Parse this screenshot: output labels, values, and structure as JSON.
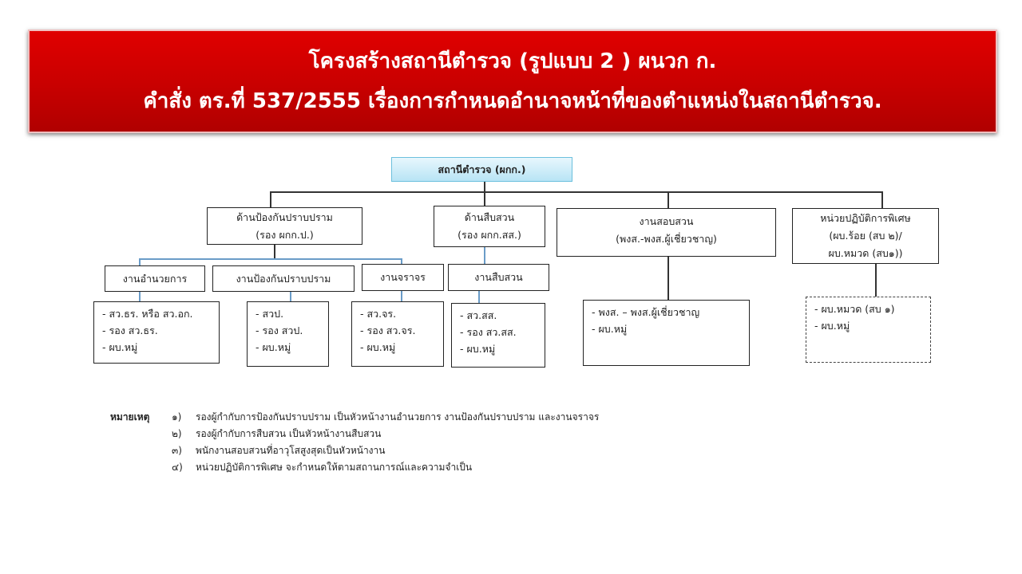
{
  "title": {
    "line1": "โครงสร้างสถานีตำรวจ (รูปแบบ 2 ) ผนวก ก.",
    "line2": "คำสั่ง ตร.ที่ 537/2555 เรื่องการกำหนดอำนาจหน้าที่ของตำแหน่งในสถานีตำรวจ."
  },
  "chart": {
    "root": "สถานีตำรวจ (ผกก.)",
    "level1": [
      {
        "l1": "ด้านป้องกันปราบปราม",
        "l2": "(รอง ผกก.ป.)"
      },
      {
        "l1": "ด้านสืบสวน",
        "l2": "(รอง ผกก.สส.)"
      },
      {
        "l1": "งานสอบสวน",
        "l2": "(พงส.-พงส.ผู้เชี่ยวชาญ)"
      },
      {
        "l1": "หน่วยปฏิบัติการพิเศษ",
        "l2": "(ผบ.ร้อย (สบ ๒)/",
        "l3": "ผบ.หมวด (สบ๑))"
      }
    ],
    "level2": [
      "งานอำนวยการ",
      "งานป้องกันปราบปราม",
      "งานจราจร",
      "งานสืบสวน"
    ],
    "level3": [
      [
        "- สว.ธร. หรือ สว.อก.",
        "- รอง สว.ธร.",
        "- ผบ.หมู่"
      ],
      [
        "- สวป.",
        "- รอง สวป.",
        "- ผบ.หมู่"
      ],
      [
        "- สว.จร.",
        "- รอง สว.จร.",
        "- ผบ.หมู่"
      ],
      [
        "- สว.สส.",
        "- รอง สว.สส.",
        "- ผบ.หมู่"
      ],
      [
        "- พงส. – พงส.ผู้เชี่ยวชาญ",
        "- ผบ.หมู่"
      ],
      [
        "- ผบ.หมวด (สบ ๑)",
        "- ผบ.หมู่"
      ]
    ]
  },
  "notes": {
    "label": "หมายเหตุ",
    "items": [
      {
        "n": "๑)",
        "t": "รองผู้กำกับการป้องกันปราบปราม เป็นหัวหน้างานอำนวยการ งานป้องกันปราบปราม และงานจราจร"
      },
      {
        "n": "๒)",
        "t": "รองผู้กำกับการสืบสวน เป็นหัวหน้างานสืบสวน"
      },
      {
        "n": "๓)",
        "t": "พนักงานสอบสวนที่อาวุโสสูงสุดเป็นหัวหน้างาน"
      },
      {
        "n": "๔)",
        "t": "หน่วยปฏิบัติการพิเศษ จะกำหนดให้ตามสถานการณ์และความจำเป็น"
      }
    ]
  }
}
